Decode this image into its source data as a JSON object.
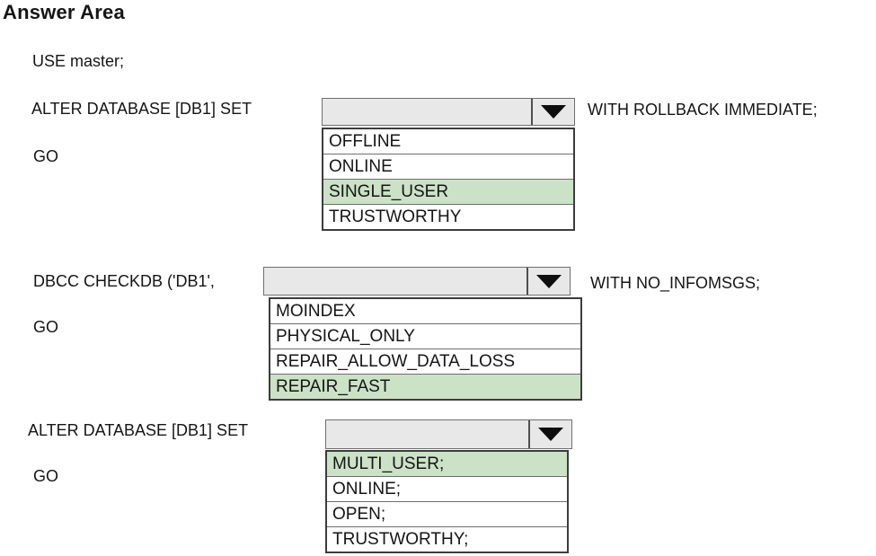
{
  "title": "Answer Area",
  "statement_use": "USE master;",
  "colors": {
    "highlight": "#cbe2c6",
    "select_fill": "#e8e8e8"
  },
  "blocks": [
    {
      "prefix": "ALTER DATABASE [DB1] SET",
      "suffix": "WITH ROLLBACK IMMEDIATE;",
      "go": "GO",
      "selected_value": "",
      "options": [
        {
          "label": "OFFLINE",
          "selected": false
        },
        {
          "label": "ONLINE",
          "selected": false
        },
        {
          "label": "SINGLE_USER",
          "selected": true
        },
        {
          "label": "TRUSTWORTHY",
          "selected": false
        }
      ]
    },
    {
      "prefix": "DBCC CHECKDB ('DB1',",
      "suffix": "WITH NO_INFOMSGS;",
      "go": "GO",
      "selected_value": "",
      "options": [
        {
          "label": "MOINDEX",
          "selected": false
        },
        {
          "label": "PHYSICAL_ONLY",
          "selected": false
        },
        {
          "label": "REPAIR_ALLOW_DATA_LOSS",
          "selected": false
        },
        {
          "label": "REPAIR_FAST",
          "selected": true
        }
      ]
    },
    {
      "prefix": "ALTER DATABASE [DB1] SET",
      "suffix": "",
      "go": "GO",
      "selected_value": "",
      "options": [
        {
          "label": "MULTI_USER;",
          "selected": true
        },
        {
          "label": "ONLINE;",
          "selected": false
        },
        {
          "label": "OPEN;",
          "selected": false
        },
        {
          "label": "TRUSTWORTHY;",
          "selected": false
        }
      ]
    }
  ]
}
